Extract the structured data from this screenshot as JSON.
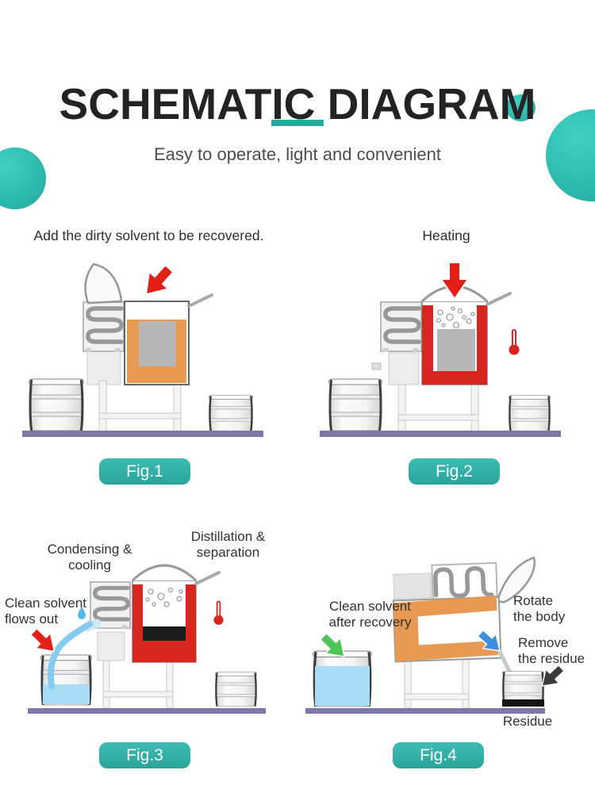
{
  "header": {
    "title": "SCHEMATIC DIAGRAM",
    "subtitle": "Easy to operate, light and convenient"
  },
  "figures": [
    {
      "tag": "Fig.1",
      "caption": "Add the dirty solvent to be recovered."
    },
    {
      "tag": "Fig.2",
      "caption": "Heating"
    },
    {
      "tag": "Fig.3",
      "caption": "",
      "labels": {
        "condensing": "Condensing &\ncooling",
        "distillation": "Distillation &\nseparation",
        "clean_out": "Clean solvent\nflows out"
      }
    },
    {
      "tag": "Fig.4",
      "caption": "",
      "labels": {
        "clean_after": "Clean solvent\nafter recovery",
        "rotate": "Rotate\nthe body",
        "remove": "Remove\nthe residue",
        "residue": "Residue"
      }
    }
  ],
  "colors": {
    "accent_teal": "#2aa9a1",
    "button_teal": "#30b2a9",
    "circle_teal": "#2ec2b6",
    "dirty_solvent_orange": "#e89a52",
    "heating_red": "#d8251f",
    "clean_solvent_blue": "#a8dbf4",
    "residue_black": "#1a1a1a",
    "floor_purple": "#7d78a8",
    "arrow_red": "#e32017",
    "arrow_green": "#4fc457",
    "arrow_blue": "#3e8ede",
    "arrow_black": "#3b3b3b"
  }
}
